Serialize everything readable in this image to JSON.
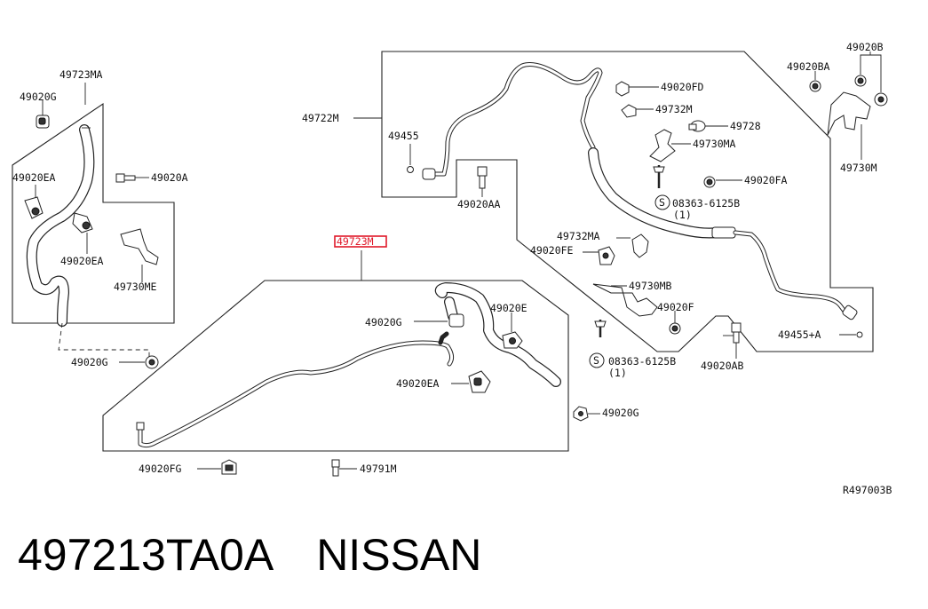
{
  "highlight_color": "#e0192a",
  "diagram_code": "R497003B",
  "caption": {
    "part_number": "497213TA0A",
    "brand": "NISSAN"
  },
  "callouts": {
    "p49723MA": "49723MA",
    "p49020G_a": "49020G",
    "p49020EA_a": "49020EA",
    "p49020A": "49020A",
    "p49020EA_b": "49020EA",
    "p49730ME": "49730ME",
    "p49020G_b": "49020G",
    "p49723M": "49723M",
    "p49020G_c": "49020G",
    "p49020E": "49020E",
    "p49020EA_c": "49020EA",
    "p49020FG": "49020FG",
    "p49791M": "49791M",
    "p49020G_d": "49020G",
    "p49722M": "49722M",
    "p49455": "49455",
    "p49020AA": "49020AA",
    "p49020FD": "49020FD",
    "p49732M": "49732M",
    "p49728": "49728",
    "p49730MA": "49730MA",
    "p49020FA": "49020FA",
    "p08363_a": "08363-6125B",
    "p08363_a_qty": "(1)",
    "p49732MA": "49732MA",
    "p49020FE": "49020FE",
    "p49730MB": "49730MB",
    "p49020F": "49020F",
    "p08363_b": "08363-6125B",
    "p08363_b_qty": "(1)",
    "p49020AB": "49020AB",
    "p49455A": "49455+A",
    "p49020BA": "49020BA",
    "p49020B": "49020B",
    "p49730M": "49730M",
    "s_mark": "S"
  }
}
